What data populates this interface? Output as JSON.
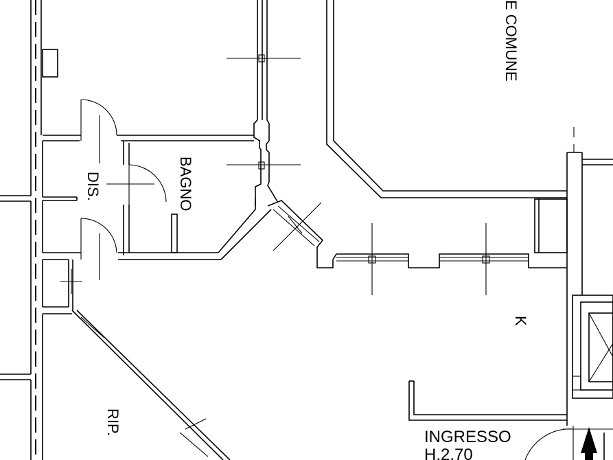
{
  "plan": {
    "rooms": {
      "common": "E COMUNE",
      "bathroom": "BAGNO",
      "closet": "DIS.",
      "kitchen": "K",
      "storage": "RIP.",
      "entrance": "INGRESSO",
      "height": "H.2.70"
    },
    "colors": {
      "line": "#000000",
      "background": "#ffffff"
    }
  }
}
